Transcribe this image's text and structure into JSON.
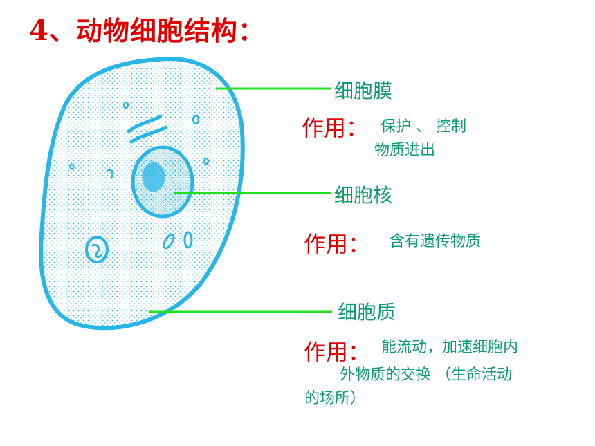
{
  "title": {
    "number": "4",
    "text": "、动物细胞结构："
  },
  "parts": [
    {
      "name": "细胞膜",
      "function_label": "作用：",
      "description_lines": [
        "保护 、 控制",
        "物质进出"
      ]
    },
    {
      "name": "细胞核",
      "function_label": "作用：",
      "description_lines": [
        "含有遗传物质"
      ]
    },
    {
      "name": "细胞质",
      "function_label": "作用：",
      "description_lines": [
        "能流动，加速细胞内",
        "外物质的交换 （生命活动",
        "的场所）"
      ]
    }
  ],
  "colors": {
    "title": "#e00000",
    "label": "#0f9b70",
    "cell_outline": "#29b6e6",
    "leader_line": "#1fdf1f"
  }
}
